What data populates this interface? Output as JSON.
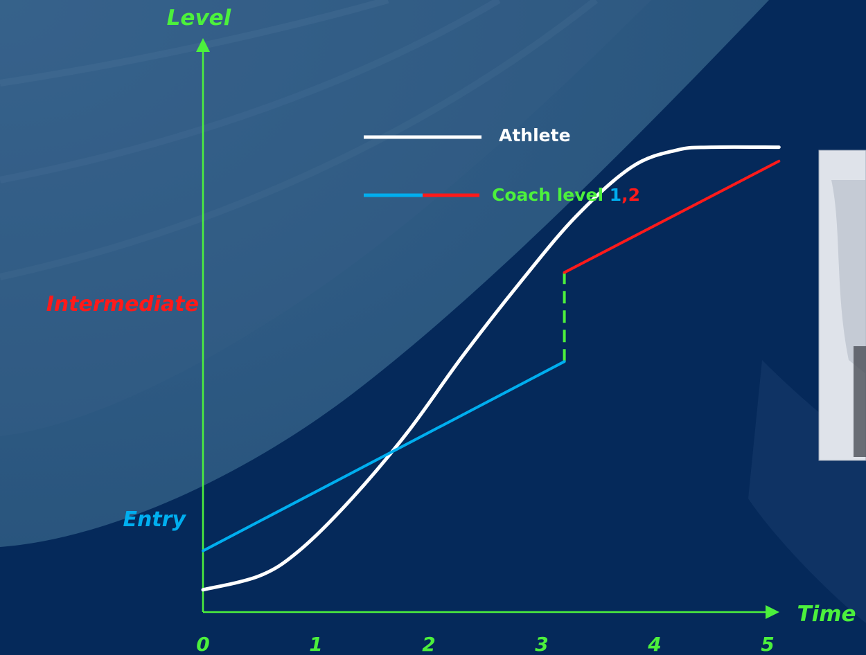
{
  "chart_data": {
    "type": "line",
    "xlabel": "Time",
    "ylabel": "Level",
    "x_ticks": [
      "0",
      "1",
      "2",
      "3",
      "4",
      "5"
    ],
    "xlim": [
      0,
      5.3
    ],
    "ylim": [
      0,
      10
    ],
    "y_labels": [
      {
        "text": "Entry",
        "value": 1.7,
        "color": "#00aeef"
      },
      {
        "text": "Intermediate",
        "value": 6.2,
        "color": "#ff1a1a"
      }
    ],
    "legend": {
      "placement": "top-center",
      "entries": [
        {
          "label": "Athlete",
          "colors": [
            "#ffffff"
          ]
        },
        {
          "label": "Coach level ",
          "suffix": [
            {
              "text": "1",
              "color": "#00aeef"
            },
            {
              "text": ",",
              "color": "#ff1a1a"
            },
            {
              "text": "2",
              "color": "#ff1a1a"
            }
          ],
          "colors": [
            "#00aeef",
            "#ff1a1a"
          ]
        }
      ]
    },
    "series": [
      {
        "name": "Athlete",
        "color": "#ffffff",
        "x": [
          0,
          0.5,
          0.85,
          1.3,
          1.8,
          2.3,
          2.8,
          3.3,
          3.8,
          4.2,
          4.5,
          5.1
        ],
        "y": [
          0.4,
          0.65,
          1.1,
          2.0,
          3.2,
          4.6,
          5.9,
          7.1,
          8.0,
          8.3,
          8.35,
          8.35
        ]
      },
      {
        "name": "Coach level 1",
        "color": "#00aeef",
        "x": [
          0,
          3.2
        ],
        "y": [
          1.1,
          4.5
        ]
      },
      {
        "name": "Coach level 2",
        "color": "#ff1a1a",
        "x": [
          3.2,
          5.1
        ],
        "y": [
          6.1,
          8.1
        ]
      }
    ],
    "annotations": [
      {
        "type": "dashed-vertical",
        "x": 3.2,
        "y": [
          4.5,
          6.1
        ],
        "color": "#4cf03c"
      }
    ],
    "axis_color": "#4cf03c",
    "grid": false
  }
}
